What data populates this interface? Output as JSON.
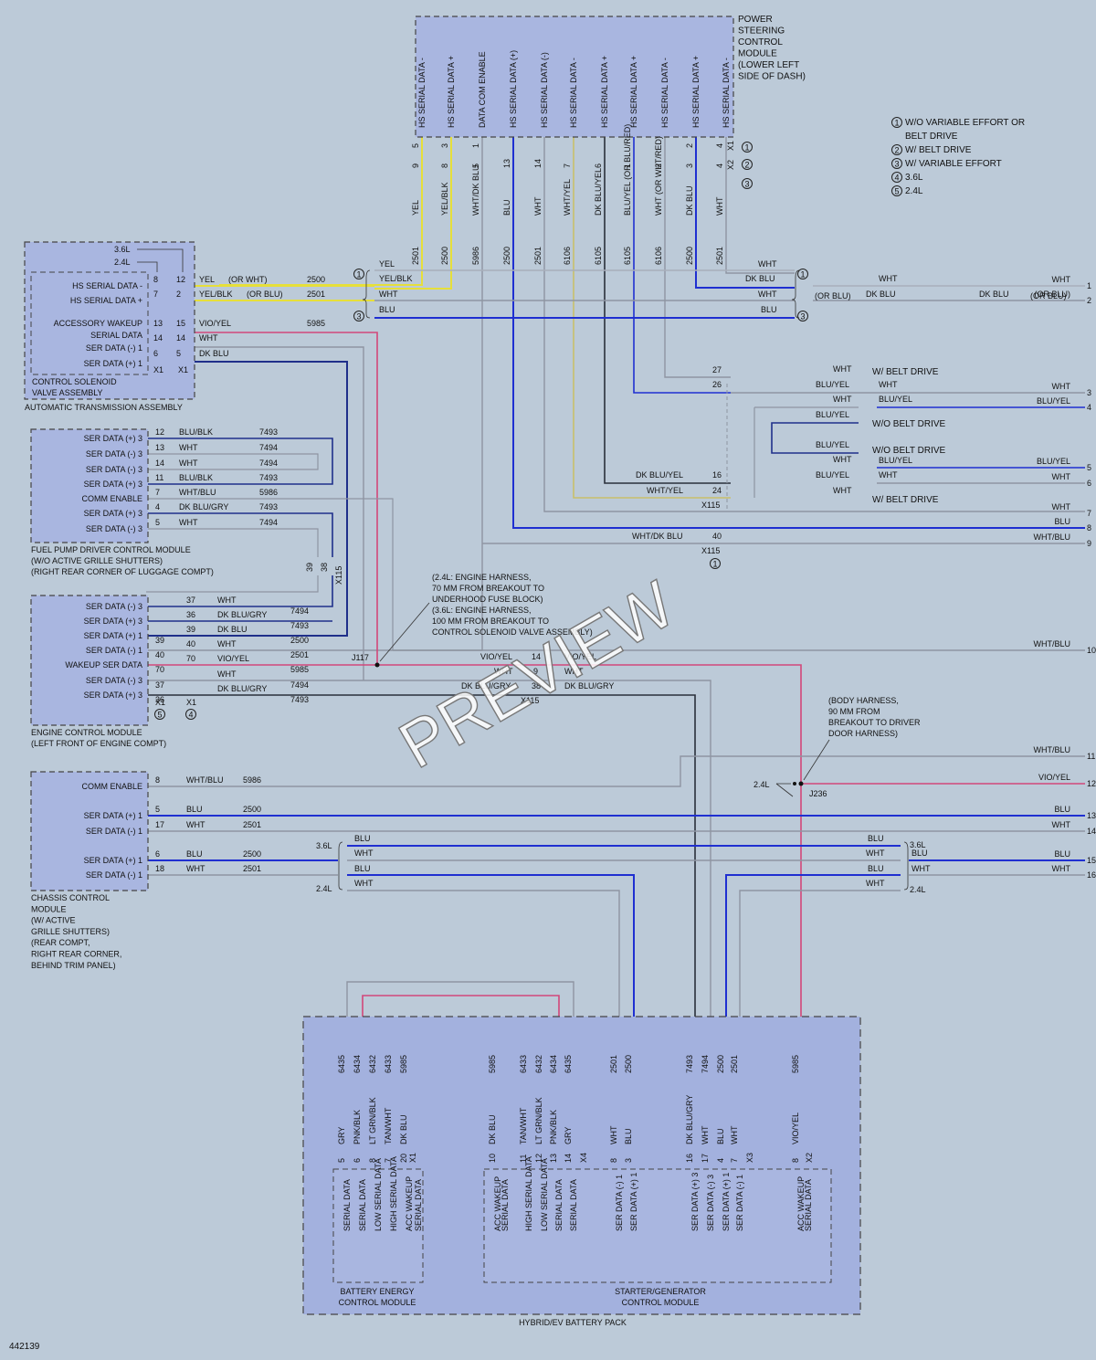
{
  "diagram_id": "442139",
  "watermark": "PREVIEW",
  "colors": {
    "background": "#bccad8",
    "module_fill": "#a9b6e0",
    "blue": "#1f2fd1",
    "yellow": "#e6df3a",
    "pink": "#d2477a",
    "gray": "#8e95a2",
    "dark": "#2a2f3a",
    "green": "#2fae3c",
    "tan": "#b8a27a"
  },
  "legend": [
    {
      "n": "1",
      "text": "W/O VARIABLE EFFORT OR"
    },
    {
      "n": "",
      "text": "BELT DRIVE"
    },
    {
      "n": "2",
      "text": "W/ BELT DRIVE"
    },
    {
      "n": "3",
      "text": "W/ VARIABLE EFFORT"
    },
    {
      "n": "4",
      "text": "3.6L"
    },
    {
      "n": "5",
      "text": "2.4L"
    }
  ],
  "pscm": {
    "title": [
      "POWER",
      "STEERING",
      "CONTROL",
      "MODULE",
      "(LOWER LEFT",
      "SIDE OF DASH)"
    ],
    "pins": [
      "HS SERIAL DATA -",
      "HS SERIAL DATA +",
      "DATA COM ENABLE",
      "HS SERIAL DATA (+)",
      "HS SERIAL DATA (-)",
      "HS SERIAL DATA -",
      "HS SERIAL DATA +",
      "HS SERIAL DATA +",
      "HS SERIAL DATA -",
      "HS SERIAL DATA +",
      "HS SERIAL DATA -"
    ],
    "x1": [
      "5",
      "3",
      "1",
      "",
      "",
      "",
      "",
      "",
      "",
      "2",
      "4"
    ],
    "x2": [
      "9",
      "8",
      "5",
      "13",
      "14",
      "7",
      "6",
      "1",
      "2",
      "3",
      "4"
    ],
    "wires": [
      "YEL",
      "YEL/BLK",
      "WHT/DK BLU",
      "BLU",
      "WHT",
      "WHT/YEL",
      "DK BLU/YEL",
      "BLU/YEL (OR BLU/RED)",
      "WHT (OR WHT/RED)",
      "DK BLU",
      "WHT"
    ],
    "circuits": [
      "2501",
      "2500",
      "5986",
      "2500",
      "2501",
      "6106",
      "6105",
      "6105",
      "6106",
      "2500",
      "2501"
    ],
    "conn": [
      "X1",
      "X2"
    ]
  },
  "tcsva": {
    "title": [
      "CONTROL SOLENOID",
      "VALVE ASSEMBLY"
    ],
    "outer": "AUTOMATIC TRANSMISSION ASSEMBLY",
    "engines": [
      "3.6L",
      "2.4L"
    ],
    "pins": [
      "HS SERIAL DATA -",
      "HS SERIAL DATA +",
      "ACCESSORY WAKEUP",
      "SERIAL DATA",
      "SER DATA (-) 1",
      "SER DATA (+) 1"
    ],
    "rows": [
      {
        "a": "8",
        "b": "12",
        "wire": "YEL",
        "alt": "(OR WHT)",
        "circuit": "2500"
      },
      {
        "a": "7",
        "b": "2",
        "wire": "YEL/BLK",
        "alt": "(OR BLU)",
        "circuit": "2501"
      },
      {
        "a": "13",
        "b": "15",
        "wire": "VIO/YEL",
        "alt": "",
        "circuit": "5985"
      },
      {
        "a": "14",
        "b": "14",
        "wire": "WHT",
        "alt": "",
        "circuit": ""
      },
      {
        "a": "6",
        "b": "5",
        "wire": "DK BLU",
        "alt": "",
        "circuit": ""
      }
    ],
    "conn": [
      "X1",
      "X1"
    ]
  },
  "fuel_pump": {
    "title": [
      "FUEL PUMP DRIVER CONTROL MODULE",
      "(W/O ACTIVE GRILLE SHUTTERS)",
      "(RIGHT REAR CORNER OF LUGGAGE COMPT)"
    ],
    "rows": [
      {
        "label": "SER DATA (+) 3",
        "pin": "12",
        "wire": "BLU/BLK",
        "circuit": "7493"
      },
      {
        "label": "SER DATA (-) 3",
        "pin": "13",
        "wire": "WHT",
        "circuit": "7494"
      },
      {
        "label": "SER DATA (-) 3",
        "pin": "14",
        "wire": "WHT",
        "circuit": "7494"
      },
      {
        "label": "SER DATA (+) 3",
        "pin": "11",
        "wire": "BLU/BLK",
        "circuit": "7493"
      },
      {
        "label": "COMM ENABLE",
        "pin": "7",
        "wire": "WHT/BLU",
        "circuit": "5986"
      },
      {
        "label": "SER DATA (+) 3",
        "pin": "4",
        "wire": "DK BLU/GRY",
        "circuit": "7493"
      },
      {
        "label": "SER DATA (-) 3",
        "pin": "5",
        "wire": "WHT",
        "circuit": "7494"
      }
    ],
    "x115": [
      "39",
      "38",
      "X115"
    ]
  },
  "ecm": {
    "title": [
      "ENGINE CONTROL MODULE",
      "(LEFT FRONT OF ENGINE COMPT)"
    ],
    "rows": [
      {
        "label": "SER DATA (-) 3",
        "a": "",
        "b": "37",
        "wire": "WHT",
        "circuit": "7494"
      },
      {
        "label": "SER DATA (+) 3",
        "a": "",
        "b": "36",
        "wire": "DK BLU/GRY",
        "circuit": "7493"
      },
      {
        "label": "SER DATA (+) 1",
        "a": "39",
        "b": "39",
        "wire": "DK BLU",
        "circuit": "2500"
      },
      {
        "label": "SER DATA (-) 1",
        "a": "40",
        "b": "40",
        "wire": "WHT",
        "circuit": "2501"
      },
      {
        "label": "WAKEUP SER DATA",
        "a": "70",
        "b": "70",
        "wire": "VIO/YEL",
        "circuit": "5985"
      },
      {
        "label": "SER DATA (-) 3",
        "a": "37",
        "b": "",
        "wire": "WHT",
        "circuit": "7494"
      },
      {
        "label": "SER DATA (+) 3",
        "a": "36",
        "b": "",
        "wire": "DK BLU/GRY",
        "circuit": "7493"
      }
    ],
    "conn": [
      "X1",
      "X1"
    ],
    "conn_notes": [
      "5",
      "4"
    ]
  },
  "ccm": {
    "title": [
      "CHASSIS CONTROL",
      "MODULE",
      "(W/ ACTIVE",
      "GRILLE SHUTTERS)",
      "(REAR COMPT,",
      "RIGHT REAR CORNER,",
      "BEHIND TRIM PANEL)"
    ],
    "rows": [
      {
        "label": "COMM ENABLE",
        "pin": "8",
        "wire": "WHT/BLU",
        "circuit": "5986"
      },
      {
        "label": "SER DATA (+) 1",
        "pin": "5",
        "wire": "BLU",
        "circuit": "2500"
      },
      {
        "label": "SER DATA (-) 1",
        "pin": "17",
        "wire": "WHT",
        "circuit": "2501"
      },
      {
        "label": "SER DATA (+) 1",
        "pin": "6",
        "wire": "BLU",
        "circuit": "2500"
      },
      {
        "label": "SER DATA (-) 1",
        "pin": "18",
        "wire": "WHT",
        "circuit": "2501"
      }
    ]
  },
  "notes": {
    "engine_harness": [
      "(2.4L: ENGINE HARNESS,",
      "70 MM FROM BREAKOUT TO",
      "UNDERHOOD FUSE BLOCK)",
      "(3.6L: ENGINE HARNESS,",
      "100 MM FROM BREAKOUT TO",
      "CONTROL SOLENOID VALVE ASSEMBLY)"
    ],
    "body_harness": [
      "(BODY HARNESS,",
      "90 MM FROM",
      "BREAKOUT TO DRIVER",
      "DOOR HARNESS)"
    ],
    "j117": "J117",
    "j236": "J236",
    "twoL": "2.4L",
    "threeL": "3.6L"
  },
  "right_labels": [
    {
      "n": "1",
      "wire": "WHT"
    },
    {
      "n": "2",
      "wire": "(OR BLU)"
    },
    {
      "n": "3",
      "wire": "WHT"
    },
    {
      "n": "4",
      "wire": "BLU/YEL"
    },
    {
      "n": "5",
      "wire": "BLU/YEL"
    },
    {
      "n": "6",
      "wire": "WHT"
    },
    {
      "n": "7",
      "wire": "WHT"
    },
    {
      "n": "8",
      "wire": "BLU"
    },
    {
      "n": "9",
      "wire": "WHT/BLU"
    },
    {
      "n": "10",
      "wire": "WHT/BLU"
    },
    {
      "n": "11",
      "wire": "WHT/BLU"
    },
    {
      "n": "12",
      "wire": "VIO/YEL"
    },
    {
      "n": "13",
      "wire": "BLU"
    },
    {
      "n": "14",
      "wire": "WHT"
    },
    {
      "n": "15",
      "wire": "BLU"
    },
    {
      "n": "16",
      "wire": "WHT"
    }
  ],
  "belt": {
    "w_belt": "W/ BELT DRIVE",
    "wo_belt": "W/O BELT DRIVE",
    "c27": "27",
    "c26": "26",
    "c16": "16",
    "c24": "24",
    "c40": "40",
    "x115": "X115",
    "c14": "14",
    "c9": "9",
    "c38": "38"
  },
  "bottom": {
    "pack": "HYBRID/EV BATTERY PACK",
    "becm": [
      "BATTERY ENERGY",
      "CONTROL MODULE"
    ],
    "sgcm": [
      "STARTER/GENERATOR",
      "CONTROL MODULE"
    ],
    "becm_x1": [
      {
        "label": "SERIAL DATA",
        "pin": "5",
        "wire": "GRY",
        "circuit": "6435"
      },
      {
        "label": "SERIAL DATA",
        "pin": "6",
        "wire": "PNK/BLK",
        "circuit": "6434"
      },
      {
        "label": "LOW SERIAL DATA",
        "pin": "8",
        "wire": "LT GRN/BLK",
        "circuit": "6432"
      },
      {
        "label": "HIGH SERIAL DATA",
        "pin": "7",
        "wire": "TAN/WHT",
        "circuit": "6433"
      },
      {
        "label": "ACC WAKEUP",
        "pin": "20",
        "wire": "DK BLU",
        "circuit": "5985"
      },
      {
        "label": "SERIAL DATA",
        "pin": "X1",
        "wire": "",
        "circuit": ""
      }
    ],
    "sgcm_x4": [
      {
        "label": "ACC WAKEUP",
        "pin": "10",
        "wire": "DK BLU",
        "circuit": "5985"
      },
      {
        "label": "SERIAL DATA",
        "pin": "",
        "wire": "",
        "circuit": ""
      },
      {
        "label": "HIGH SERIAL DATA",
        "pin": "11",
        "wire": "TAN/WHT",
        "circuit": "6433"
      },
      {
        "label": "LOW SERIAL DATA",
        "pin": "12",
        "wire": "LT GRN/BLK",
        "circuit": "6432"
      },
      {
        "label": "SERIAL DATA",
        "pin": "13",
        "wire": "PNK/BLK",
        "circuit": "6434"
      },
      {
        "label": "SERIAL DATA",
        "pin": "14",
        "wire": "GRY",
        "circuit": "6435"
      }
    ],
    "sgcm_x3": [
      {
        "label": "SER DATA (-) 1",
        "pin": "8",
        "wire": "WHT",
        "circuit": "2501"
      },
      {
        "label": "SER DATA (+) 1",
        "pin": "3",
        "wire": "BLU",
        "circuit": "2500"
      },
      {
        "label": "SER DATA (+) 3",
        "pin": "16",
        "wire": "DK BLU/GRY",
        "circuit": "7493"
      },
      {
        "label": "SER DATA (-) 3",
        "pin": "17",
        "wire": "WHT",
        "circuit": "7494"
      },
      {
        "label": "SER DATA (+) 1",
        "pin": "4",
        "wire": "BLU",
        "circuit": "2500"
      },
      {
        "label": "SER DATA (-) 1",
        "pin": "7",
        "wire": "WHT",
        "circuit": "2501"
      }
    ],
    "sgcm_x2": [
      {
        "label": "ACC WAKEUP",
        "pin": "8",
        "wire": "VIO/YEL",
        "circuit": "5985"
      },
      {
        "label": "SERIAL DATA",
        "pin": "",
        "wire": "",
        "circuit": ""
      }
    ],
    "conn": [
      "X1",
      "X4",
      "X3",
      "X2"
    ]
  }
}
